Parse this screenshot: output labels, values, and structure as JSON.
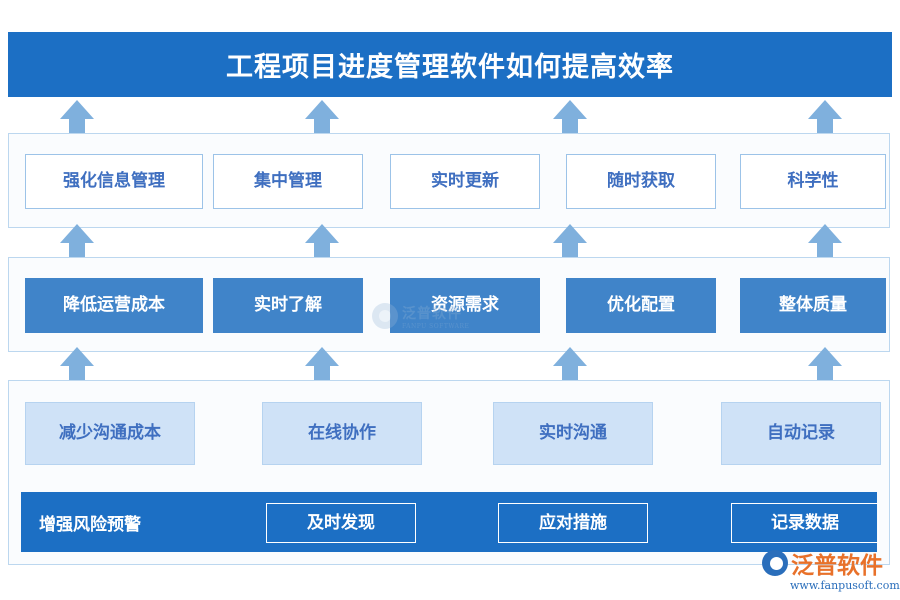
{
  "title": {
    "text": "工程项目进度管理软件如何提高效率"
  },
  "rows": [
    {
      "id": "benefits",
      "style": "outline",
      "items": [
        {
          "label": "强化信息管理"
        },
        {
          "label": "集中管理"
        },
        {
          "label": "实时更新"
        },
        {
          "label": "随时获取"
        },
        {
          "label": "科学性"
        }
      ]
    },
    {
      "id": "outcomes",
      "style": "solid",
      "items": [
        {
          "label": "降低运营成本"
        },
        {
          "label": "实时了解"
        },
        {
          "label": "资源需求"
        },
        {
          "label": "优化配置"
        },
        {
          "label": "整体质量"
        }
      ]
    },
    {
      "id": "communication",
      "style": "pale",
      "items": [
        {
          "label": "减少沟通成本"
        },
        {
          "label": "在线协作"
        },
        {
          "label": "实时沟通"
        },
        {
          "label": "自动记录"
        }
      ]
    }
  ],
  "bottom_band": {
    "label": "增强风险预警",
    "items": [
      {
        "label": "及时发现"
      },
      {
        "label": "应对措施"
      },
      {
        "label": "记录数据"
      }
    ]
  },
  "watermark": {
    "cn": "泛普软件",
    "en": "FANPU SOFTWARE"
  },
  "logo": {
    "cn": "泛普软件",
    "url": "www.fanpusoft.com"
  },
  "colors": {
    "title_blue": "#1c6fc4",
    "solid_blue": "#4084c9",
    "pale_blue": "#cfe2f7",
    "arrow_blue": "#7fb0dd",
    "panel_border": "#bcd7ef",
    "text_blue": "#3f6fc0",
    "logo_orange": "#e8712a"
  }
}
